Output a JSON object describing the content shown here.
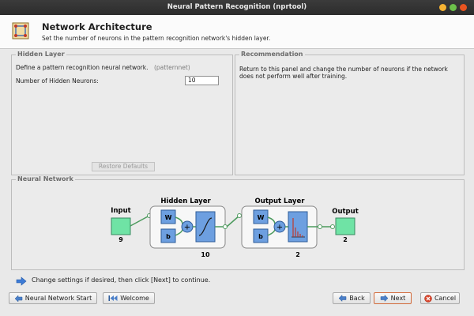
{
  "window": {
    "title": "Neural Pattern Recognition (nprtool)"
  },
  "header": {
    "icon": "network-architecture-icon",
    "title": "Network Architecture",
    "subtitle": "Set the number of neurons in the pattern recognition network's hidden layer."
  },
  "hidden_layer_panel": {
    "title": "Hidden Layer",
    "description": "Define a pattern recognition neural network.",
    "function_name": "(patternnet)",
    "neurons_label": "Number of Hidden Neurons:",
    "neurons_value": "10",
    "restore_label": "Restore Defaults"
  },
  "recommendation_panel": {
    "title": "Recommendation",
    "text": "Return to this panel and change the number of neurons if the network does not perform well after training."
  },
  "network_panel": {
    "title": "Neural Network",
    "input_label": "Input",
    "input_size": "9",
    "hidden_label": "Hidden Layer",
    "hidden_size": "10",
    "output_layer_label": "Output Layer",
    "output_layer_size": "2",
    "output_label": "Output",
    "output_size": "2",
    "weight_symbol": "W",
    "bias_symbol": "b",
    "sum_symbol": "+"
  },
  "footer": {
    "hint": "Change settings if desired, then click [Next] to continue.",
    "start_label": "Neural Network Start",
    "welcome_label": "Welcome",
    "back_label": "Back",
    "next_label": "Next",
    "cancel_label": "Cancel"
  },
  "colors": {
    "accent": "#e95420",
    "layer_box": "#6d9fe0",
    "node_green": "#6fe3a5"
  }
}
